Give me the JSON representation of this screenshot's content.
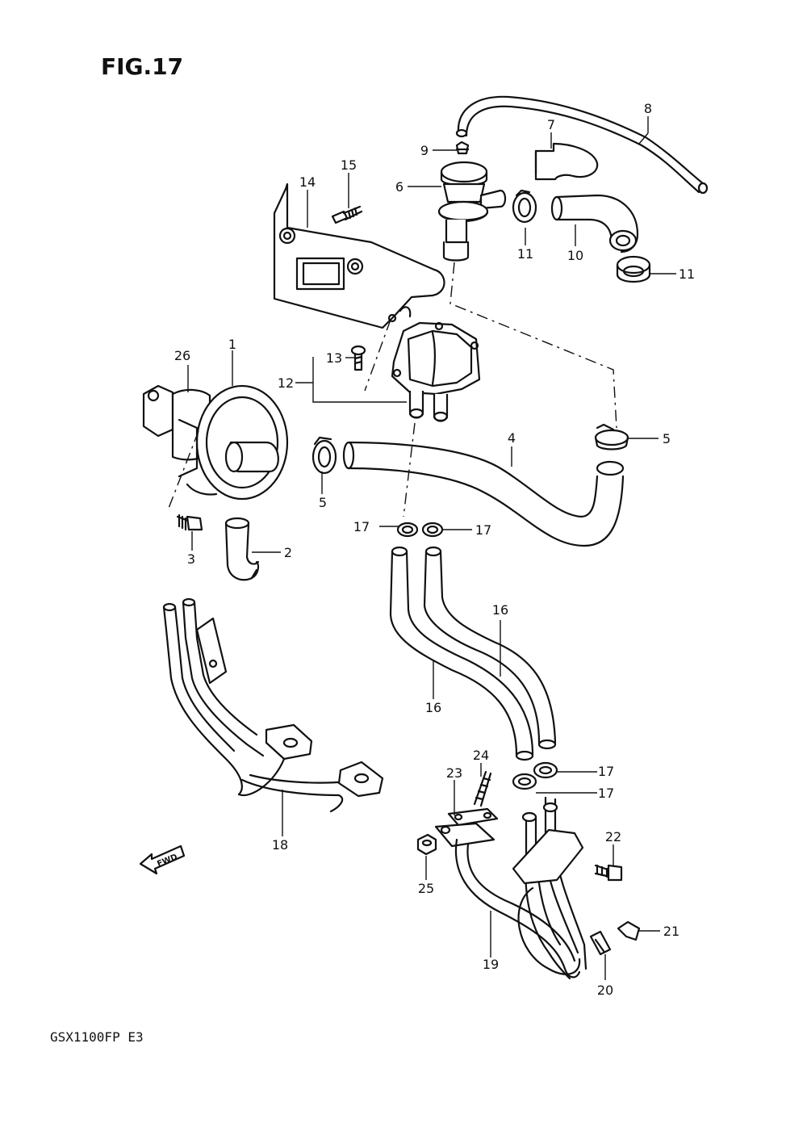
{
  "figure": {
    "title": "FIG.17",
    "model_code": "GSX1100FP  E3",
    "fwd_label": "FWD"
  },
  "callouts": [
    {
      "id": "c1",
      "label": "1"
    },
    {
      "id": "c2",
      "label": "2"
    },
    {
      "id": "c3",
      "label": "3"
    },
    {
      "id": "c4",
      "label": "4"
    },
    {
      "id": "c5a",
      "label": "5"
    },
    {
      "id": "c5b",
      "label": "5"
    },
    {
      "id": "c6",
      "label": "6"
    },
    {
      "id": "c7",
      "label": "7"
    },
    {
      "id": "c8",
      "label": "8"
    },
    {
      "id": "c9",
      "label": "9"
    },
    {
      "id": "c10",
      "label": "10"
    },
    {
      "id": "c11a",
      "label": "11"
    },
    {
      "id": "c11b",
      "label": "11"
    },
    {
      "id": "c12",
      "label": "12"
    },
    {
      "id": "c13",
      "label": "13"
    },
    {
      "id": "c14",
      "label": "14"
    },
    {
      "id": "c15",
      "label": "15"
    },
    {
      "id": "c16a",
      "label": "16"
    },
    {
      "id": "c16b",
      "label": "16"
    },
    {
      "id": "c17a",
      "label": "17"
    },
    {
      "id": "c17b",
      "label": "17"
    },
    {
      "id": "c17c",
      "label": "17"
    },
    {
      "id": "c17d",
      "label": "17"
    },
    {
      "id": "c18",
      "label": "18"
    },
    {
      "id": "c19",
      "label": "19"
    },
    {
      "id": "c20",
      "label": "20"
    },
    {
      "id": "c21",
      "label": "21"
    },
    {
      "id": "c22",
      "label": "22"
    },
    {
      "id": "c23",
      "label": "23"
    },
    {
      "id": "c24",
      "label": "24"
    },
    {
      "id": "c25",
      "label": "25"
    },
    {
      "id": "c26",
      "label": "26"
    }
  ]
}
